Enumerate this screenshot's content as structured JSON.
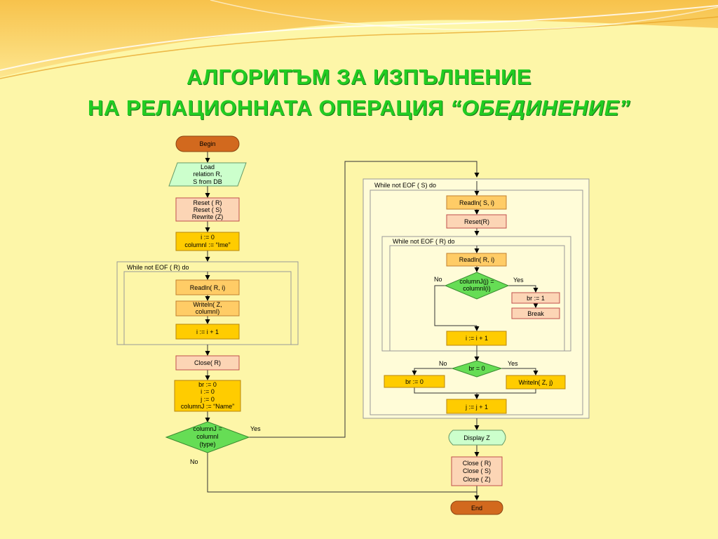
{
  "title": {
    "line1": "АЛГОРИТЪМ  ЗА  ИЗПЪЛНЕНИЕ",
    "line2_main": "НА  РЕЛАЦИОННАТА  ОПЕРАЦИЯ  ",
    "line2_em": "“ОБЕДИНЕНИЕ”"
  },
  "colors": {
    "terminator": "#d2691e",
    "process_orange": "#ffcc66",
    "process_pink": "#fcd5b5",
    "process_gold": "#ffcc00",
    "input_green": "#ccffcc",
    "decision_green": "#66dd55",
    "title_green": "#22cc22"
  },
  "flow": {
    "begin": "Begin",
    "load": [
      "Load",
      "relation R,",
      "S from DB"
    ],
    "reset1": [
      "Reset ( R)",
      "Reset ( S)",
      "Rewrite (Z)"
    ],
    "init1": [
      "i := 0",
      "columnI := “Ime”"
    ],
    "loop1_label": "While not EOF ( R) do",
    "readln_r1": "Readln( R, i)",
    "writeln1": [
      "Writeln( Z,",
      "columnI)"
    ],
    "inc_i1": "i := i + 1",
    "close_r": "Close( R)",
    "init2": [
      "br := 0",
      "i := 0",
      "j := 0",
      "columnJ := “Name”"
    ],
    "dec_type": [
      "columnJ =",
      "columnI",
      "(type)"
    ],
    "yes": "Yes",
    "no": "No",
    "loop_s_label": "While not EOF ( S) do",
    "readln_s": "Readln( S, i)",
    "reset_r": "Reset(R)",
    "loop_r_label": "While not EOF ( R) do",
    "readln_r2": "Readln( R, i)",
    "dec_col": [
      "columnJ(j) =",
      "columnI(i)"
    ],
    "br1": "br := 1",
    "break": "Break",
    "inc_i2": "i := i + 1",
    "dec_br": "br = 0",
    "br0": "br := 0",
    "writeln_zj": "Writeln( Z, j)",
    "inc_j": "j := j + 1",
    "display": "Display Z",
    "close_all": [
      "Close ( R)",
      "Close ( S)",
      "Close ( Z)"
    ],
    "end": "End"
  }
}
